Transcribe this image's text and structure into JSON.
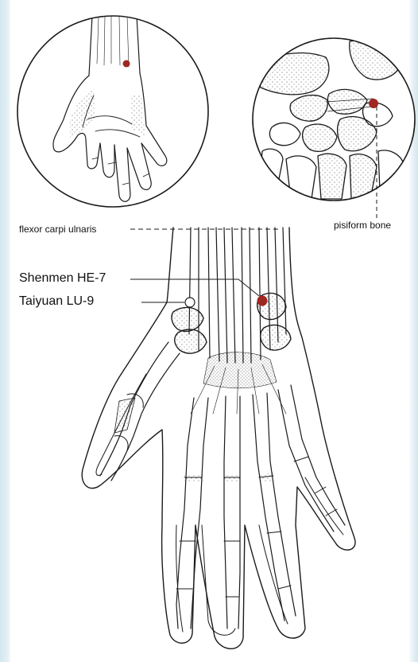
{
  "labels": {
    "pisiform": "pisiform bone",
    "flexor": "flexor carpi ulnaris",
    "shenmen": "Shenmen HE-7",
    "taiyuan": "Taiyuan LU-9"
  },
  "colors": {
    "point": "#a02722",
    "ink": "#1a1a1a",
    "background": "#ffffff"
  }
}
